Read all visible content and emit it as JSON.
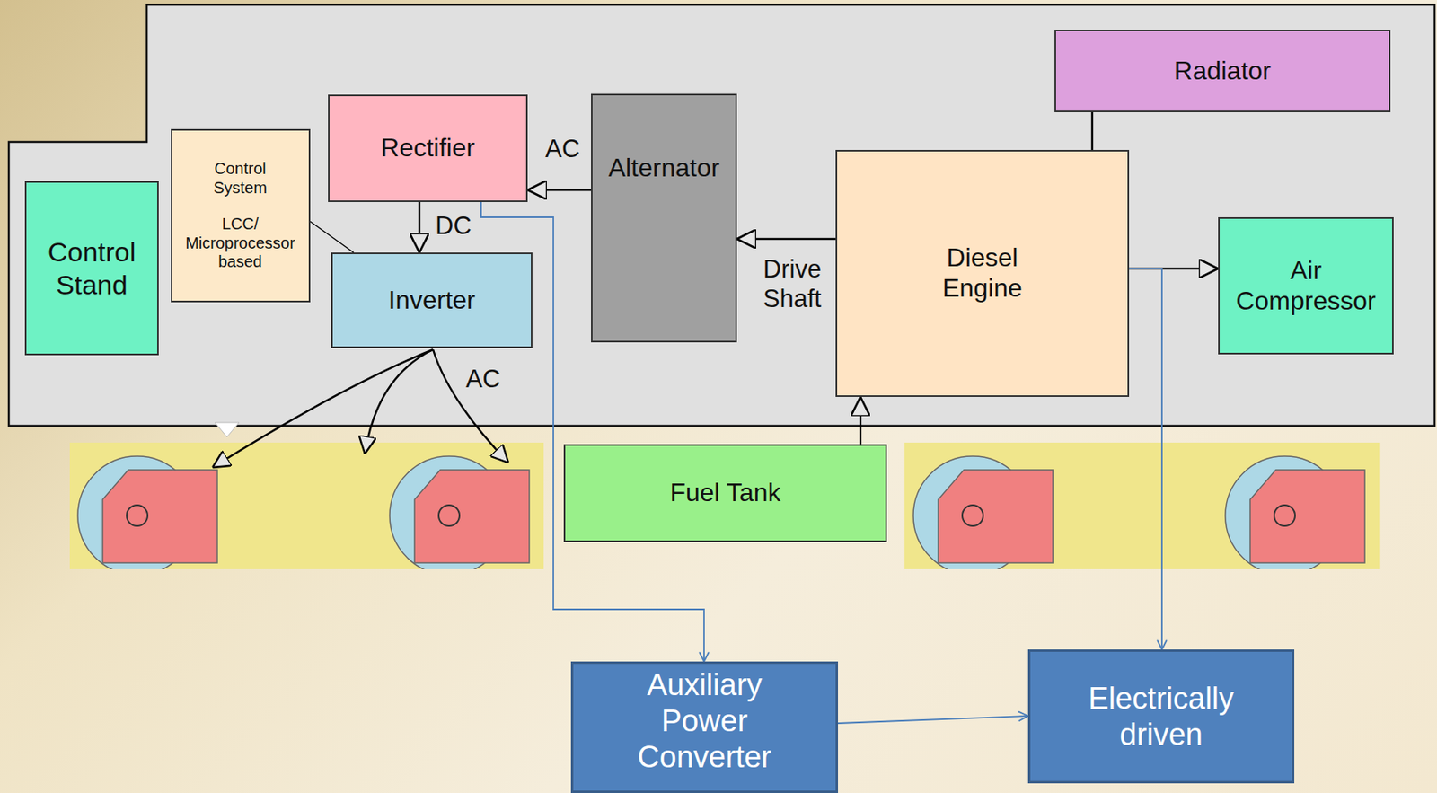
{
  "diagram": {
    "nodes": [
      {
        "text": [
          "Control Stand"
        ]
      },
      {
        "text": [
          "Control System",
          "LCC/ Microprocessor based"
        ]
      },
      {
        "text": [
          "Rectifier"
        ]
      },
      {
        "text": [
          "Alternator"
        ]
      },
      {
        "text": [
          "Inverter"
        ]
      },
      {
        "text": [
          "Radiator"
        ]
      },
      {
        "text": [
          "Diesel Engine"
        ]
      },
      {
        "text": [
          "Air Compressor"
        ]
      },
      {
        "text": [
          "Fuel Tank"
        ]
      },
      {
        "text": [
          "Auxiliary Power Converter"
        ]
      },
      {
        "text": [
          "Electrically driven"
        ]
      }
    ],
    "edges": [
      {
        "from": 3,
        "to": 2,
        "arrow": "to",
        "label": "AC"
      },
      {
        "from": 2,
        "to": 4,
        "arrow": "to",
        "label": "DC"
      },
      {
        "from": 6,
        "to": 3,
        "arrow": "to",
        "label": "Drive Shaft"
      },
      {
        "from": 5,
        "to": 6,
        "arrow": "none"
      },
      {
        "from": 6,
        "to": 7,
        "arrow": "to"
      },
      {
        "from": 8,
        "to": 6,
        "arrow": "to"
      },
      {
        "from": 1,
        "to": 4,
        "arrow": "none"
      },
      {
        "from": 2,
        "to": 9,
        "arrow": "to"
      },
      {
        "from": 6,
        "to": 10,
        "arrow": "to"
      },
      {
        "from": 9,
        "to": 10,
        "arrow": "to"
      }
    ],
    "labels": [
      "AC"
    ]
  }
}
